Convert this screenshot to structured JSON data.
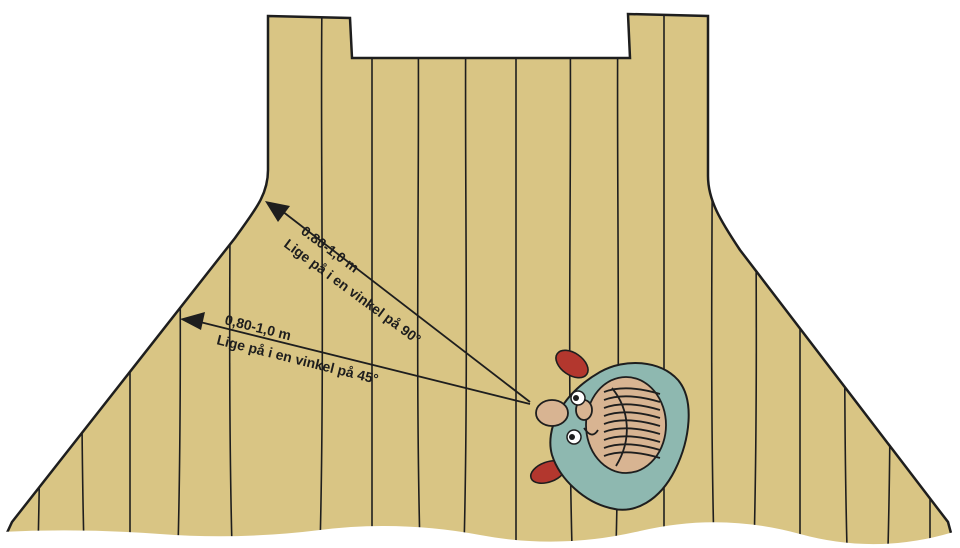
{
  "colors": {
    "floor": "#d9c584",
    "outline": "#1e1e1e",
    "person_body": "#8eb8b0",
    "person_skin": "#d8b492",
    "shoe": "#b3372e",
    "arrow": "#1e1e1e"
  },
  "annotations": {
    "arrow_90": {
      "distance": "0.80-1,0 m",
      "text": "Lige på i en vinkel på 90°"
    },
    "arrow_45": {
      "distance": "0,80-1,0 m",
      "text": "Lige på i en vinkel på 45°"
    }
  },
  "icons": {
    "person": "person-top-view-icon",
    "arrowheads": "arrowhead-icon"
  }
}
